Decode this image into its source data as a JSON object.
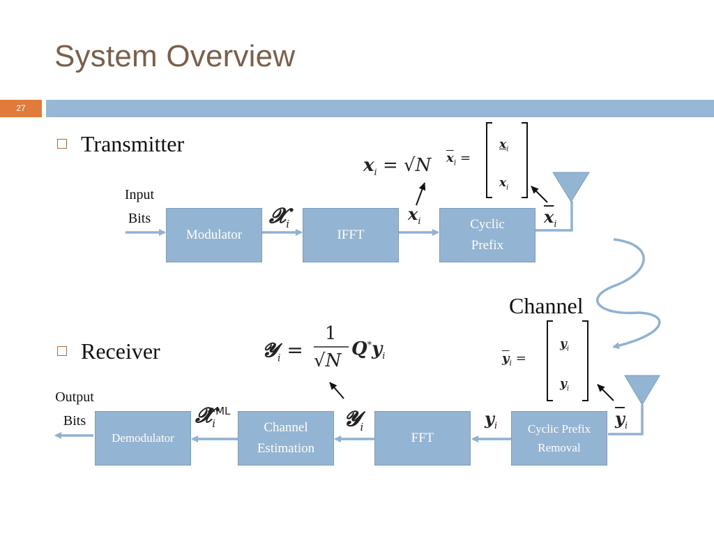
{
  "slide": {
    "title": "System Overview",
    "number": "27"
  },
  "transmitter": {
    "bullet": "Transmitter",
    "input_label_line1": "Input",
    "input_label_line2": "Bits",
    "blocks": {
      "modulator": "Modulator",
      "ifft": "IFFT",
      "cp_line1": "Cyclic",
      "cp_line2": "Prefix"
    }
  },
  "channel": {
    "label": "Channel"
  },
  "receiver": {
    "bullet": "Receiver",
    "output_label_line1": "Output",
    "output_label_line2": "Bits",
    "blocks": {
      "demodulator": "Demodulator",
      "ce_line1": "Channel",
      "ce_line2": "Estimation",
      "fft": "FFT",
      "cpr_line1": "Cyclic Prefix",
      "cpr_line2": "Removal"
    }
  },
  "colors": {
    "title": "#7a5f4b",
    "bar": "#96b7d6",
    "block": "#93b4d3",
    "accent": "#e07b3c",
    "wire": "#8fb2d2"
  }
}
